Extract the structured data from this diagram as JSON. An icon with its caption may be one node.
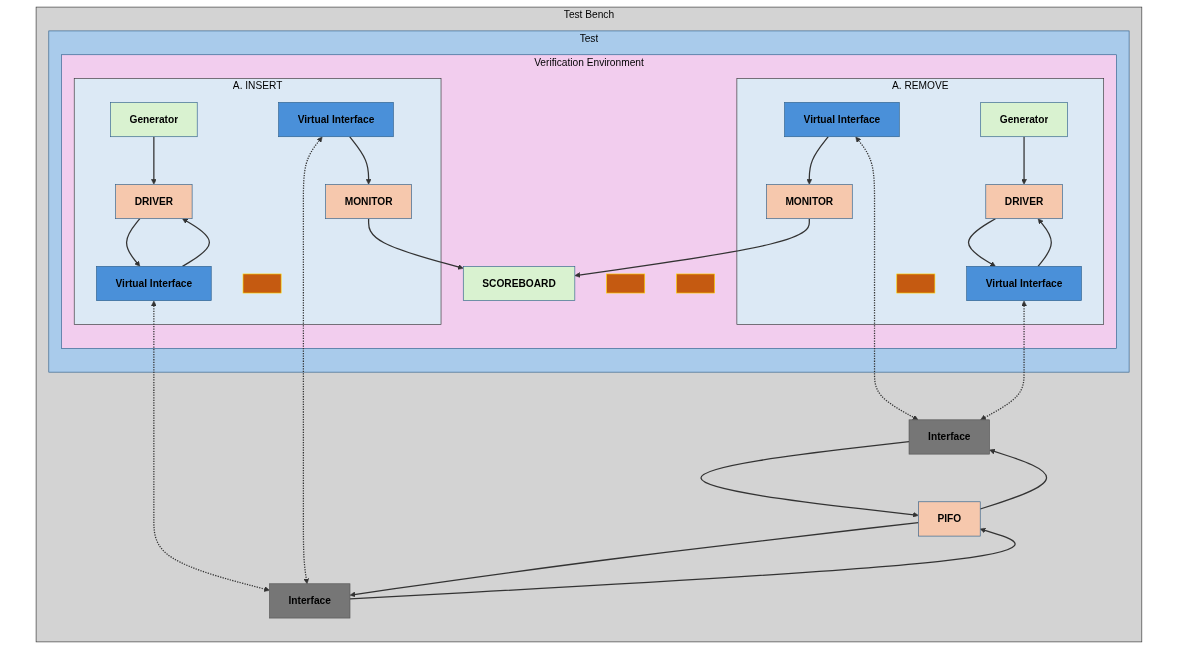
{
  "diagram": {
    "nodes": [
      {
        "text": [
          "Test Bench"
        ]
      },
      {
        "text": [
          "Test"
        ],
        "in": 0
      },
      {
        "text": [
          "Verification Environment"
        ],
        "in": 1
      },
      {
        "text": [
          "A. INSERT"
        ],
        "in": 2
      },
      {
        "text": [
          "Generator"
        ],
        "in": 3
      },
      {
        "text": [],
        "shape": "box",
        "in": 3
      },
      {
        "text": [
          "DRIVER"
        ],
        "in": 3
      },
      {
        "text": [
          "MONITOR"
        ],
        "in": 3
      },
      {
        "text": [
          "Virtual Interface"
        ],
        "in": 3
      },
      {
        "text": [
          "Virtual Interface"
        ],
        "in": 3
      },
      {
        "text": [],
        "shape": "box",
        "in": 2
      },
      {
        "text": [
          "SCOREBOARD"
        ],
        "in": 2
      },
      {
        "text": [],
        "shape": "box",
        "in": 2
      },
      {
        "text": [
          "A. REMOVE"
        ],
        "in": 2
      },
      {
        "text": [
          "Generator"
        ],
        "in": 13
      },
      {
        "text": [],
        "shape": "box",
        "in": 13
      },
      {
        "text": [
          "MONITOR"
        ],
        "in": 13
      },
      {
        "text": [
          "DRIVER"
        ],
        "in": 13
      },
      {
        "text": [
          "Virtual Interface"
        ],
        "in": 13
      },
      {
        "text": [
          "Virtual Interface"
        ],
        "in": 13
      },
      {
        "text": [
          "Interface"
        ],
        "in": 0
      },
      {
        "text": [
          "Interface"
        ],
        "in": 0
      },
      {
        "text": [
          "PIFO"
        ],
        "in": 0
      }
    ],
    "edges": [
      {
        "from": 4,
        "to": 6,
        "arrow": "to"
      },
      {
        "from": 6,
        "to": 8,
        "arrow": "to"
      },
      {
        "from": 8,
        "to": 6,
        "arrow": "to"
      },
      {
        "from": 9,
        "to": 7,
        "arrow": "to"
      },
      {
        "from": 7,
        "to": 11,
        "arrow": "to"
      },
      {
        "from": 16,
        "to": 11,
        "arrow": "to"
      },
      {
        "from": 14,
        "to": 17,
        "arrow": "to"
      },
      {
        "from": 19,
        "to": 17,
        "arrow": "to"
      },
      {
        "from": 17,
        "to": 19,
        "arrow": "to"
      },
      {
        "from": 18,
        "to": 16,
        "arrow": "to"
      },
      {
        "from": 8,
        "to": 20,
        "arrow": "both",
        "style": "dashed"
      },
      {
        "from": 9,
        "to": 20,
        "arrow": "both",
        "style": "dashed"
      },
      {
        "from": 18,
        "to": 21,
        "arrow": "both",
        "style": "dashed"
      },
      {
        "from": 19,
        "to": 21,
        "arrow": "both",
        "style": "dashed"
      },
      {
        "from": 20,
        "to": 22,
        "arrow": "to"
      },
      {
        "from": 22,
        "to": 20,
        "arrow": "to"
      },
      {
        "from": 21,
        "to": 22,
        "arrow": "to"
      },
      {
        "from": 22,
        "to": 21,
        "arrow": "to"
      }
    ]
  }
}
